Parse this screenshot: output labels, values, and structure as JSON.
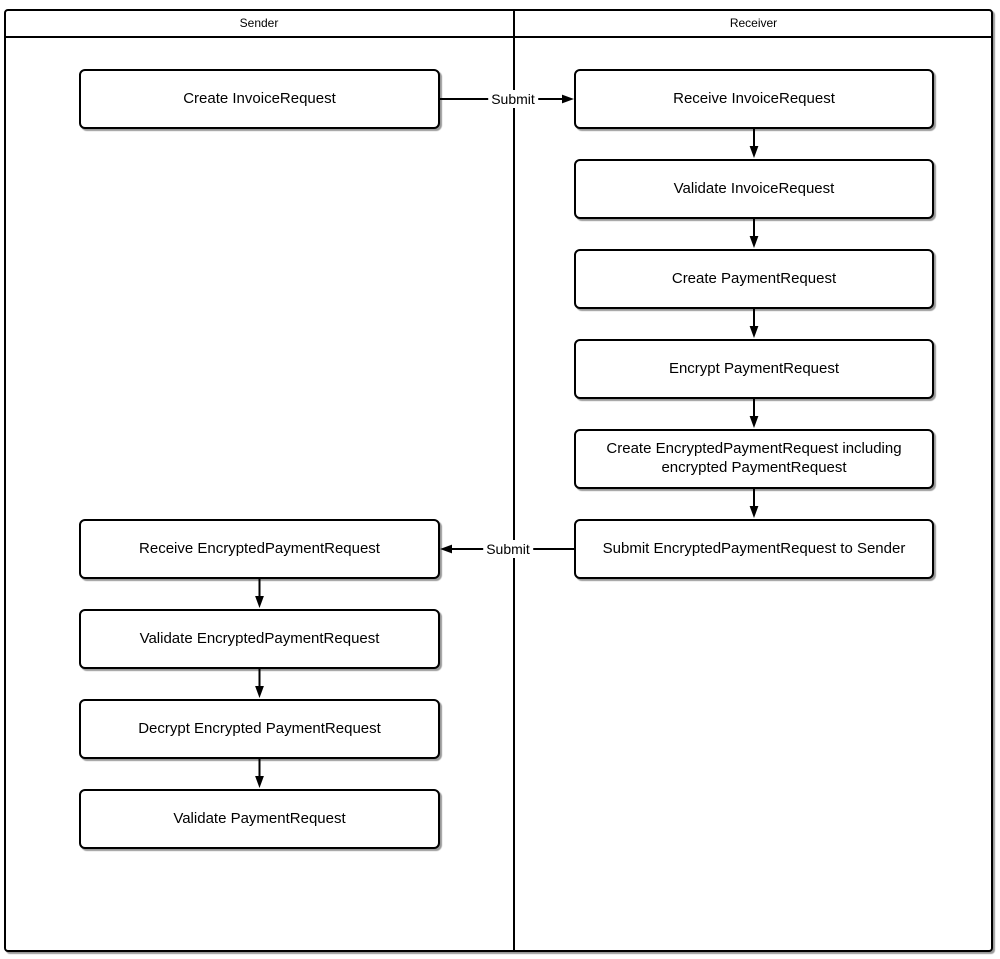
{
  "diagram": {
    "type": "swimlane-flowchart",
    "colors": {
      "stroke": "#000000",
      "fill": "#ffffff",
      "background": "#ffffff"
    },
    "lanes": [
      {
        "label": "Sender"
      },
      {
        "label": "Receiver"
      }
    ],
    "nodes": [
      {
        "lane": "Sender",
        "label": "Create InvoiceRequest"
      },
      {
        "lane": "Receiver",
        "label": "Receive InvoiceRequest"
      },
      {
        "lane": "Receiver",
        "label": "Validate InvoiceRequest"
      },
      {
        "lane": "Receiver",
        "label": "Create PaymentRequest"
      },
      {
        "lane": "Receiver",
        "label": "Encrypt PaymentRequest"
      },
      {
        "lane": "Receiver",
        "label": "Create EncryptedPaymentRequest including encrypted PaymentRequest"
      },
      {
        "lane": "Receiver",
        "label": "Submit EncryptedPaymentRequest to Sender"
      },
      {
        "lane": "Sender",
        "label": "Receive EncryptedPaymentRequest"
      },
      {
        "lane": "Sender",
        "label": "Validate EncryptedPaymentRequest"
      },
      {
        "lane": "Sender",
        "label": "Decrypt Encrypted PaymentRequest"
      },
      {
        "lane": "Sender",
        "label": "Validate PaymentRequest"
      }
    ],
    "edges": [
      {
        "from": "Create InvoiceRequest",
        "to": "Receive InvoiceRequest",
        "label": "Submit"
      },
      {
        "from": "Receive InvoiceRequest",
        "to": "Validate InvoiceRequest",
        "label": ""
      },
      {
        "from": "Validate InvoiceRequest",
        "to": "Create PaymentRequest",
        "label": ""
      },
      {
        "from": "Create PaymentRequest",
        "to": "Encrypt PaymentRequest",
        "label": ""
      },
      {
        "from": "Encrypt PaymentRequest",
        "to": "Create EncryptedPaymentRequest including encrypted PaymentRequest",
        "label": ""
      },
      {
        "from": "Create EncryptedPaymentRequest including encrypted PaymentRequest",
        "to": "Submit EncryptedPaymentRequest to Sender",
        "label": ""
      },
      {
        "from": "Submit EncryptedPaymentRequest to Sender",
        "to": "Receive EncryptedPaymentRequest",
        "label": "Submit"
      },
      {
        "from": "Receive EncryptedPaymentRequest",
        "to": "Validate EncryptedPaymentRequest",
        "label": ""
      },
      {
        "from": "Validate EncryptedPaymentRequest",
        "to": "Decrypt Encrypted PaymentRequest",
        "label": ""
      },
      {
        "from": "Decrypt Encrypted PaymentRequest",
        "to": "Validate PaymentRequest",
        "label": ""
      }
    ]
  }
}
